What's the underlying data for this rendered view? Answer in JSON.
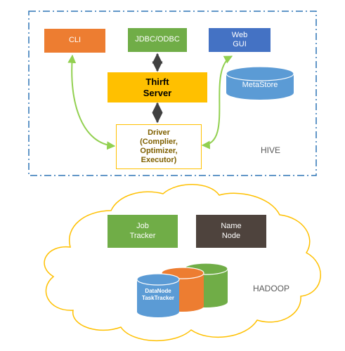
{
  "hive": {
    "label": "HIVE",
    "cli": "CLI",
    "jdbc": "JDBC/ODBC",
    "webgui": "Web\nGUI",
    "thrift": "Thirft\nServer",
    "metastore": "MetaStore",
    "driver": "Driver\n(Complier,\nOptimizer,\nExecutor)"
  },
  "hadoop": {
    "label": "HADOOP",
    "jobtracker": "Job\nTracker",
    "namenode": "Name\nNode",
    "datanode": "DataNode\nTaskTracker"
  },
  "colors": {
    "border_dash": "#2e75b6",
    "cli": "#ed7d31",
    "jdbc": "#70ad47",
    "webgui": "#4472c4",
    "thrift": "#ffc000",
    "metastore": "#5b9bd5",
    "driver_border": "#ffc000",
    "driver_text": "#7f6000",
    "arrow_green": "#92d050",
    "arrow_dark": "#404040",
    "cloud_border": "#ffc000",
    "jobtracker": "#70ad47",
    "namenode": "#4e433d",
    "db_blue": "#5b9bd5",
    "db_orange": "#ed7d31",
    "db_green": "#70ad47"
  }
}
